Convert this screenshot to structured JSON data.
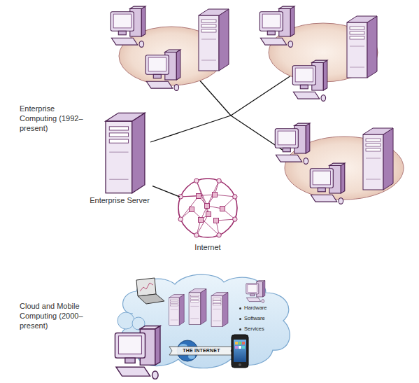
{
  "diagram": {
    "nodes": [
      {
        "text": [
          "Enterprise Server"
        ]
      },
      {
        "text": [
          "Internet"
        ]
      },
      {
        "text": [
          "Hardware",
          "Software",
          "Services"
        ]
      },
      {
        "text": [
          "THE INTERNET"
        ],
        "in": 2
      }
    ],
    "edges": [
      {
        "from": 0,
        "to": 1,
        "arrow": "none"
      }
    ],
    "labels": [
      "Enterprise Computing (1992–present)",
      "Cloud and Mobile Computing (2000–present)"
    ]
  }
}
